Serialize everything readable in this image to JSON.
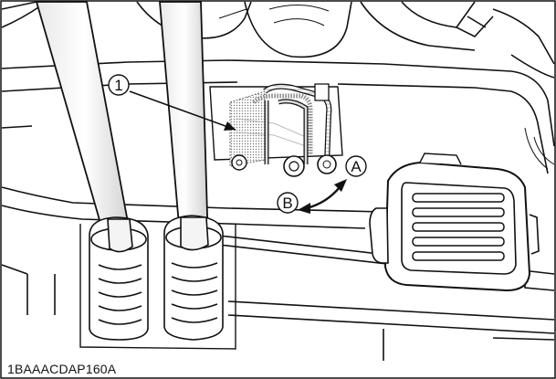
{
  "callouts": {
    "part_number": "1",
    "direction_a": "A",
    "direction_b": "B"
  },
  "caption": "1BAAACDAP160A",
  "colors": {
    "ink": "#111111",
    "background": "#ffffff",
    "shade": "#9a9a9a",
    "hatch": "#c8c8c8"
  }
}
